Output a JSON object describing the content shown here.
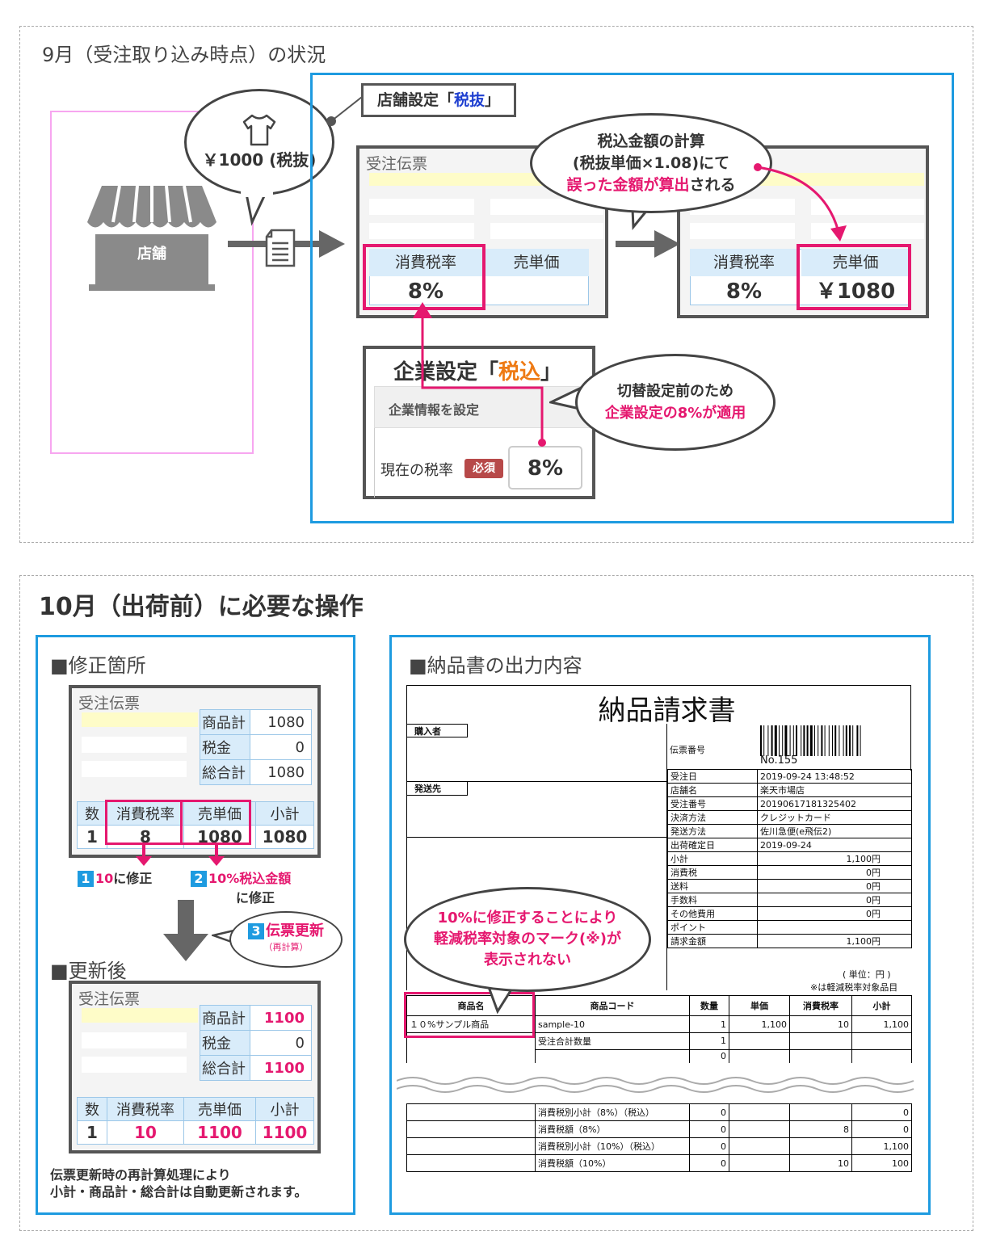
{
  "sep": {
    "title": "9月（受注取り込み時点）の状況",
    "store_setting_prefix": "店舗設定「",
    "store_setting_value": "税抜",
    "store_setting_suffix": "」",
    "price_bubble": "￥1000 (税抜)",
    "store_label": "店舗",
    "slip_title": "受注伝票",
    "tax_rate_label": "消費税率",
    "unit_price_label": "売単価",
    "tax_rate_value": "8%",
    "unit_price_after": "￥1080",
    "calc_bubble_line1": "税込金額の計算",
    "calc_bubble_line2": "(税抜単価×1.08)にて",
    "calc_bubble_line3_pink": "誤った金額が算出",
    "calc_bubble_line3_rest": "される",
    "company_setting_prefix": "企業設定「",
    "company_setting_value": "税込",
    "company_setting_suffix": "」",
    "company_info_label": "企業情報を設定",
    "current_rate_label": "現在の税率",
    "required_badge": "必須",
    "current_rate_value": "8%",
    "switch_bubble_line1": "切替設定前のため",
    "switch_bubble_line2": "企業設定の8%が適用"
  },
  "oct": {
    "title": "10月（出荷前）に必要な操作",
    "fix_title": "■修正箇所",
    "slip_title": "受注伝票",
    "before": {
      "goods_total_label": "商品計",
      "goods_total": "1080",
      "tax_label": "税金",
      "tax": "0",
      "grand_total_label": "総合計",
      "grand_total": "1080",
      "qty_label": "数",
      "rate_label": "消費税率",
      "price_label": "売単価",
      "subtotal_label": "小計",
      "qty": "1",
      "rate": "8",
      "price": "1080",
      "subtotal": "1080"
    },
    "step1_num": "1",
    "step1_pink": "10",
    "step1_rest": "に修正",
    "step2_num": "2",
    "step2_pink": "10%税込金額",
    "step2_rest": "に修正",
    "step3_num": "3",
    "step3_pink": "伝票更新",
    "step3_sub": "（再計算）",
    "after_title": "■更新後",
    "after": {
      "goods_total_label": "商品計",
      "goods_total": "1100",
      "tax_label": "税金",
      "tax": "0",
      "grand_total_label": "総合計",
      "grand_total": "1100",
      "qty_label": "数",
      "rate_label": "消費税率",
      "price_label": "売単価",
      "subtotal_label": "小計",
      "qty": "1",
      "rate": "10",
      "price": "1100",
      "subtotal": "1100"
    },
    "note_line1": "伝票更新時の再計算処理により",
    "note_line2": "小計・商品計・総合計は自動更新されます。",
    "invoice_section_title": "■納品書の出力内容",
    "invoice": {
      "title": "納品請求書",
      "buyer_label": "購入者",
      "ship_label": "発送先",
      "slip_no_label": "伝票番号",
      "slip_no": "No.155",
      "rows": [
        {
          "k": "受注日",
          "v": "2019-09-24  13:48:52"
        },
        {
          "k": "店舗名",
          "v": "楽天市場店"
        },
        {
          "k": "受注番号",
          "v": "20190617181325402"
        },
        {
          "k": "決済方法",
          "v": "クレジットカード"
        },
        {
          "k": "発送方法",
          "v": "佐川急便(e飛伝2)"
        },
        {
          "k": "出荷確定日",
          "v": "2019-09-24"
        }
      ],
      "amount_rows": [
        {
          "k": "小計",
          "v": "1,100円"
        },
        {
          "k": "消費税",
          "v": "0円"
        },
        {
          "k": "送料",
          "v": "0円"
        },
        {
          "k": "手数料",
          "v": "0円"
        },
        {
          "k": "その他費用",
          "v": "0円"
        },
        {
          "k": "ポイント",
          "v": ""
        },
        {
          "k": "請求金額",
          "v": "1,100円"
        }
      ],
      "unit_note": "( 単位：円 )",
      "reduced_note": "※は軽減税率対象品目",
      "bubble_line1": "10%に修正することにより",
      "bubble_line2": "軽減税率対象のマーク(※)が",
      "bubble_line3": "表示されない",
      "headers": [
        "商品名",
        "商品コード",
        "数量",
        "単価",
        "消費税率",
        "小計"
      ],
      "item": [
        "１０%サンプル商品",
        "sample-10",
        "1",
        "1,100",
        "10",
        "1,100"
      ],
      "order_qty_label": "受注合計数量",
      "order_qty": "1",
      "zero": "0",
      "tax_rows": [
        {
          "k": "消費税別小計（8%）（税込）",
          "a": "0",
          "b": "",
          "c": "0"
        },
        {
          "k": "消費税額（8%）",
          "a": "0",
          "b": "8",
          "c": "0"
        },
        {
          "k": "消費税別小計（10%）（税込）",
          "a": "0",
          "b": "",
          "c": "1,100"
        },
        {
          "k": "消費税額（10%）",
          "a": "0",
          "b": "10",
          "c": "100"
        }
      ]
    }
  }
}
